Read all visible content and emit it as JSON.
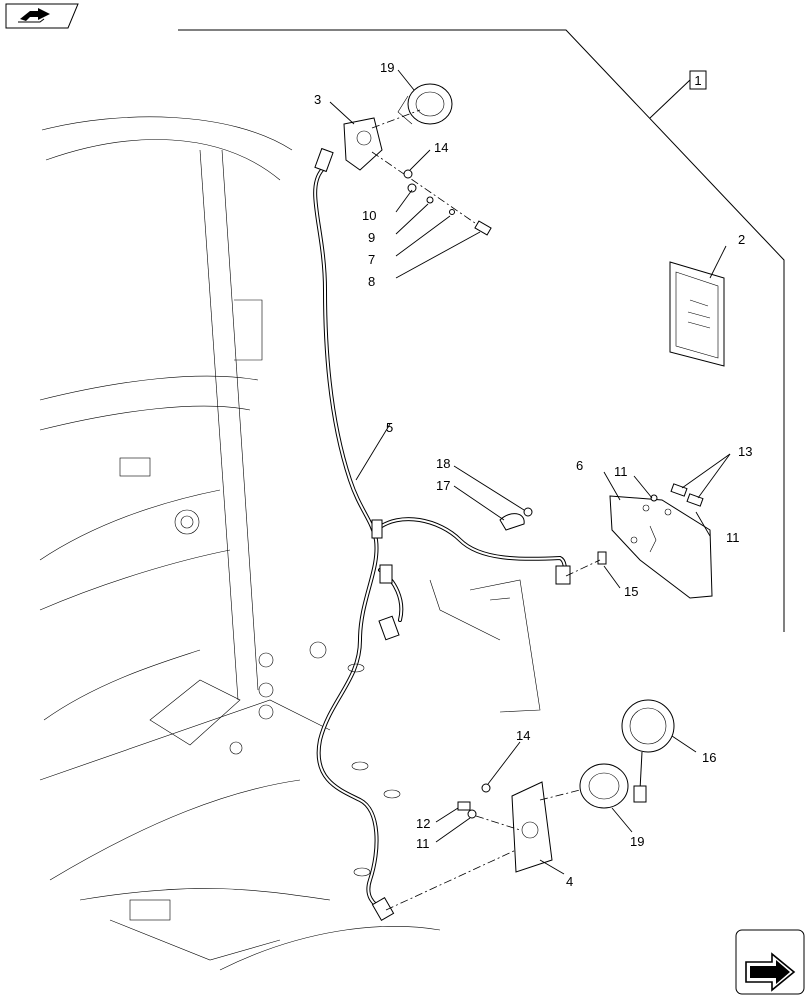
{
  "nav": {
    "back_icon": "book-arrow-icon",
    "next_icon": "arrow-next-page-icon"
  },
  "callouts": {
    "c1": "1",
    "c2": "2",
    "c3": "3",
    "c4": "4",
    "c5": "5",
    "c6": "6",
    "c7": "7",
    "c8": "8",
    "c9": "9",
    "c10": "10",
    "c11a": "11",
    "c11b": "11",
    "c11c": "11",
    "c12": "12",
    "c13": "13",
    "c14a": "14",
    "c14b": "14",
    "c15": "15",
    "c16": "16",
    "c17": "17",
    "c18": "18",
    "c19a": "19",
    "c19b": "19"
  }
}
